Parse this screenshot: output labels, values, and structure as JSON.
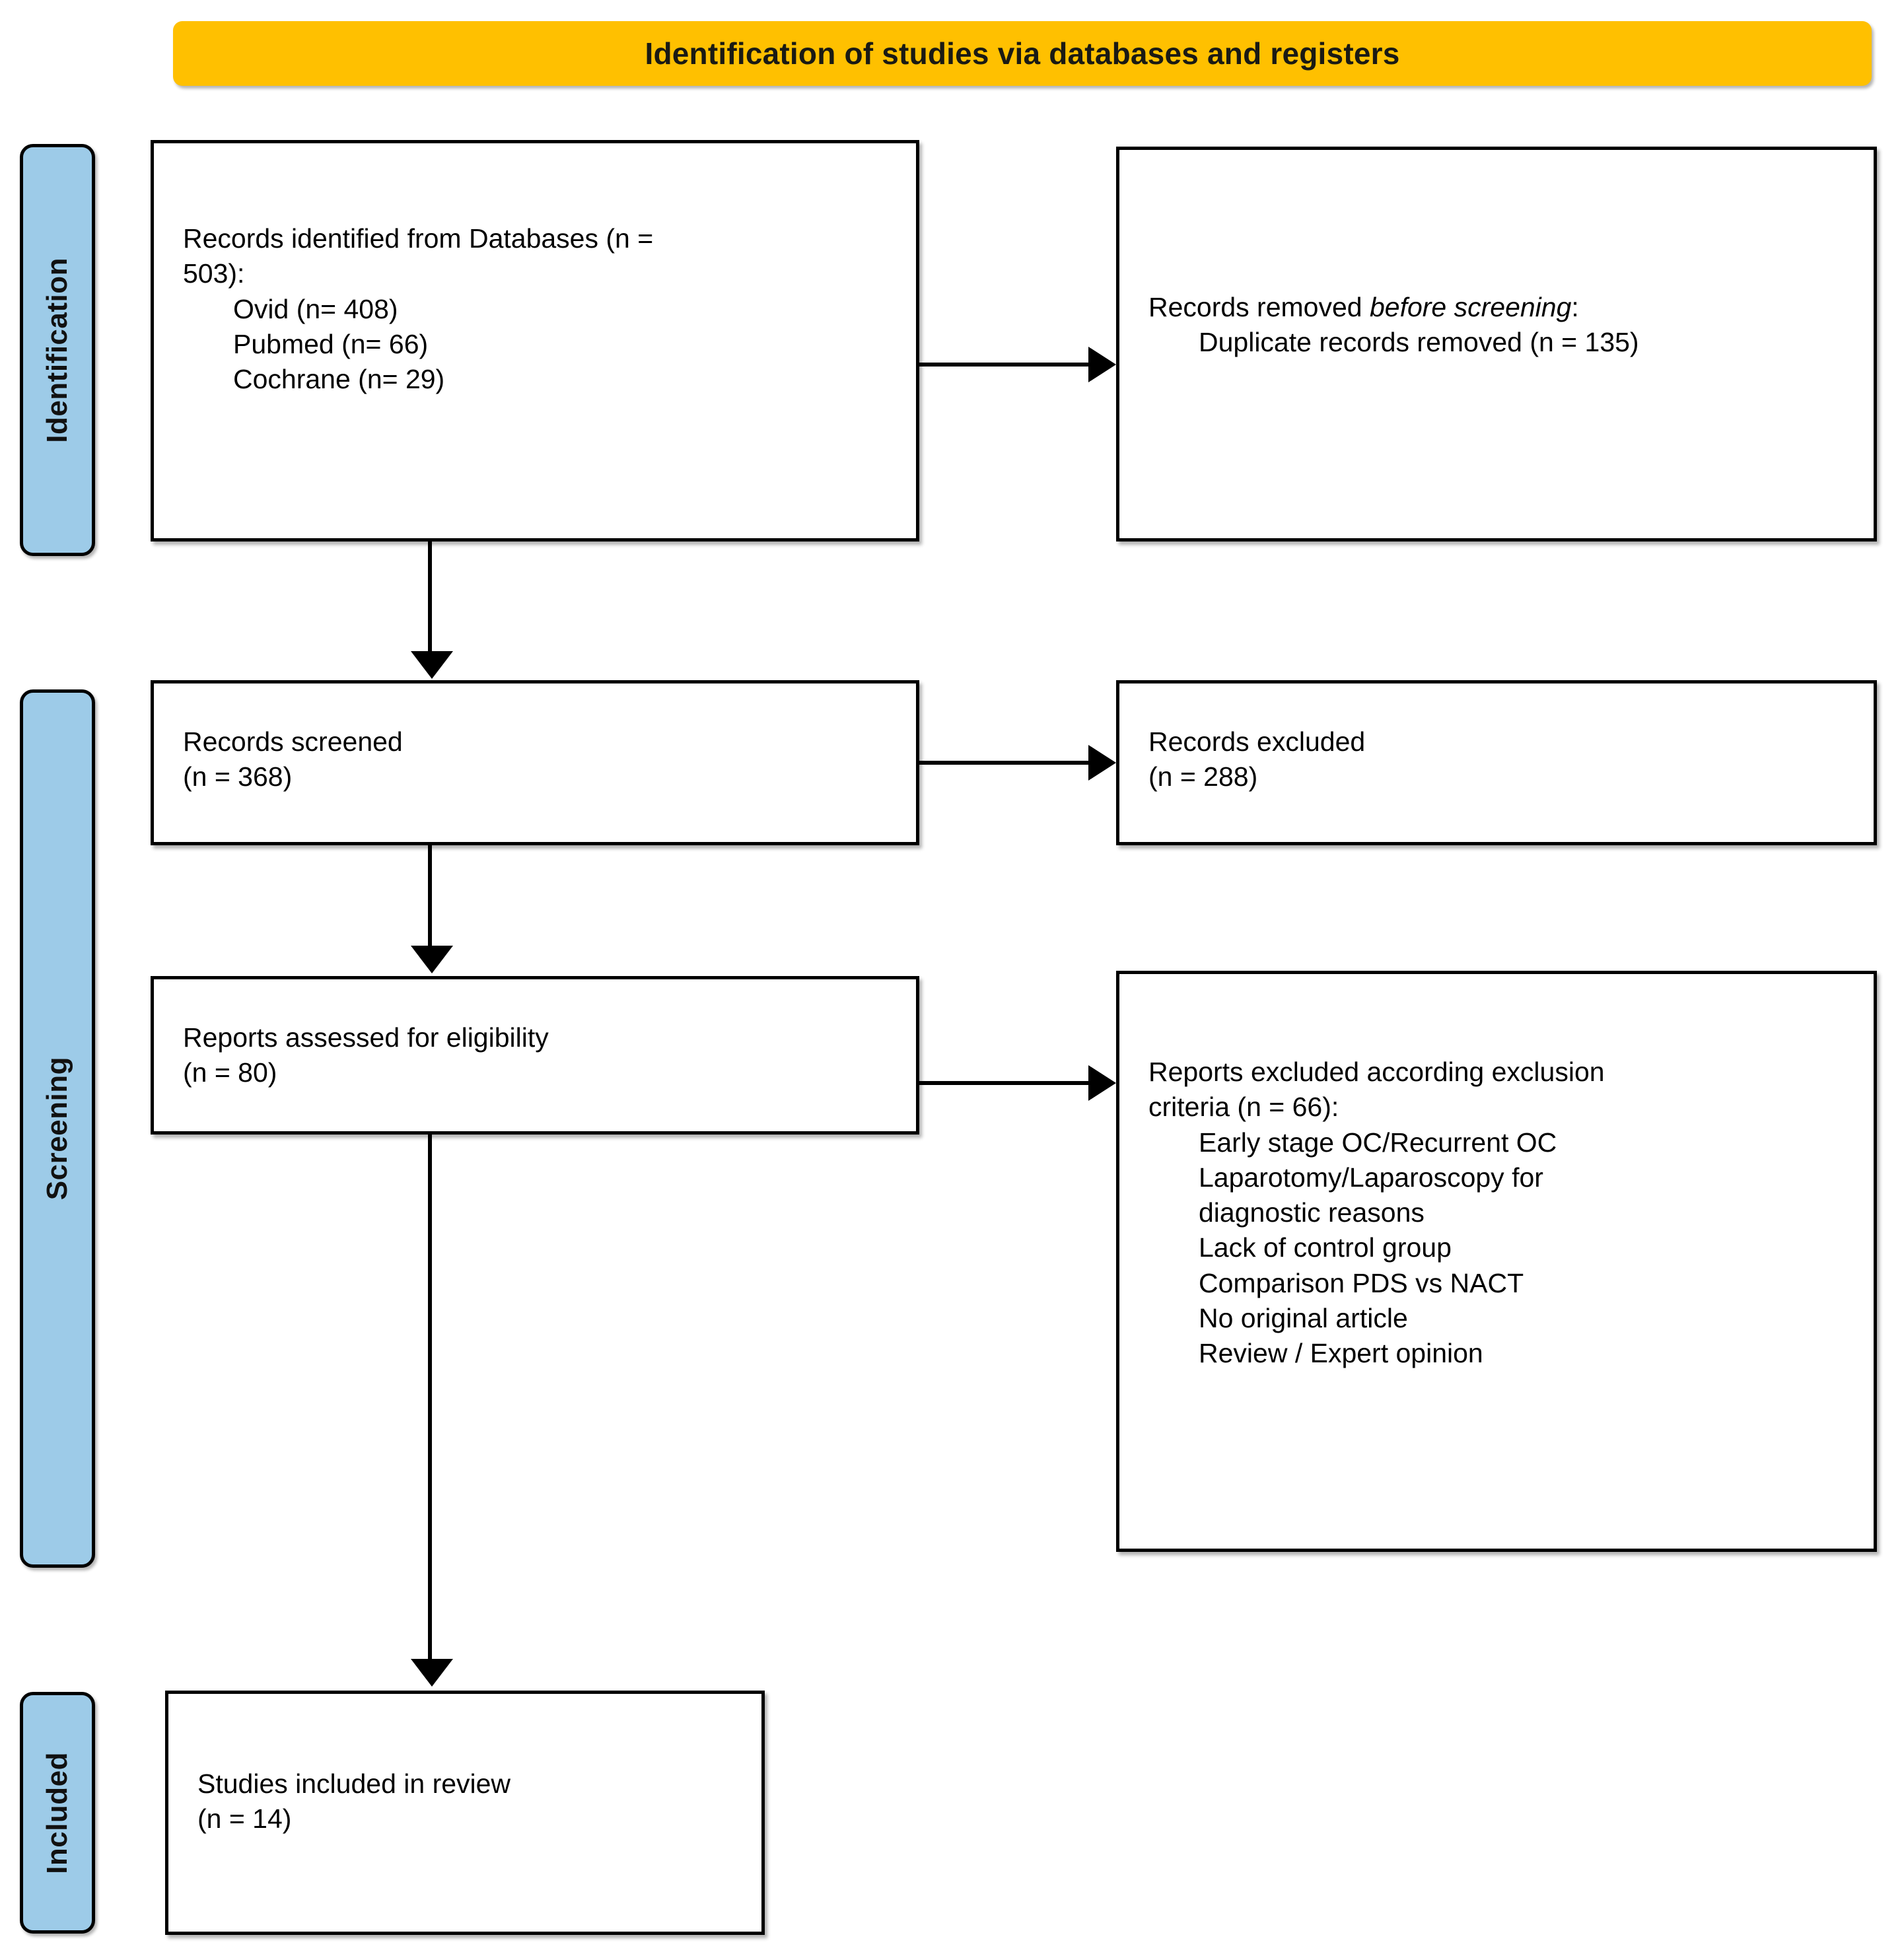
{
  "banner": {
    "title": "Identification of studies via databases and registers",
    "color": "#FFC000"
  },
  "stages": {
    "identification": "Identification",
    "screening": "Screening",
    "included": "Included",
    "color": "#9DCBE8"
  },
  "boxes": {
    "identified": {
      "line1": "Records identified from Databases (n =",
      "line2": "503):",
      "items": [
        "Ovid (n= 408)",
        "Pubmed (n= 66)",
        "Cochrane (n= 29)"
      ]
    },
    "removed": {
      "line1_a": "Records removed ",
      "line1_b": "before screening",
      "line1_c": ":",
      "item1": "Duplicate records removed (n = 135)"
    },
    "screened": {
      "line1": "Records screened",
      "line2": "(n = 368)"
    },
    "excluded": {
      "line1": "Records excluded",
      "line2": "(n = 288)"
    },
    "eligibility": {
      "line1": "Reports assessed for eligibility",
      "line2": "(n = 80)"
    },
    "reports_excluded": {
      "line1": "Reports excluded according exclusion",
      "line2": "criteria (n = 66):",
      "items": [
        "Early stage OC/Recurrent OC",
        "Laparotomy/Laparoscopy for",
        "diagnostic reasons",
        "Lack of control group",
        "Comparison PDS vs NACT",
        "No original article",
        "Review / Expert opinion"
      ]
    },
    "included": {
      "line1": "Studies included in review",
      "line2": "(n = 14)"
    }
  },
  "chart_data": {
    "type": "diagram",
    "title": "Identification of studies via databases and registers",
    "nodes": [
      {
        "id": "identified",
        "stage": "Identification",
        "label": "Records identified from Databases",
        "n": 503,
        "breakdown": [
          {
            "source": "Ovid",
            "n": 408
          },
          {
            "source": "Pubmed",
            "n": 66
          },
          {
            "source": "Cochrane",
            "n": 29
          }
        ]
      },
      {
        "id": "removed",
        "stage": "Identification",
        "label": "Records removed before screening: Duplicate records removed",
        "n": 135
      },
      {
        "id": "screened",
        "stage": "Screening",
        "label": "Records screened",
        "n": 368
      },
      {
        "id": "excluded",
        "stage": "Screening",
        "label": "Records excluded",
        "n": 288
      },
      {
        "id": "eligibility",
        "stage": "Screening",
        "label": "Reports assessed for eligibility",
        "n": 80
      },
      {
        "id": "reports_excluded",
        "stage": "Screening",
        "label": "Reports excluded according exclusion criteria",
        "n": 66,
        "reasons": [
          "Early stage OC/Recurrent OC",
          "Laparotomy/Laparoscopy for diagnostic reasons",
          "Lack of control group",
          "Comparison PDS vs NACT",
          "No original article",
          "Review / Expert opinion"
        ]
      },
      {
        "id": "included",
        "stage": "Included",
        "label": "Studies included in review",
        "n": 14
      }
    ],
    "edges": [
      {
        "from": "identified",
        "to": "removed",
        "direction": "right"
      },
      {
        "from": "identified",
        "to": "screened",
        "direction": "down"
      },
      {
        "from": "screened",
        "to": "excluded",
        "direction": "right"
      },
      {
        "from": "screened",
        "to": "eligibility",
        "direction": "down"
      },
      {
        "from": "eligibility",
        "to": "reports_excluded",
        "direction": "right"
      },
      {
        "from": "eligibility",
        "to": "included",
        "direction": "down"
      }
    ]
  }
}
